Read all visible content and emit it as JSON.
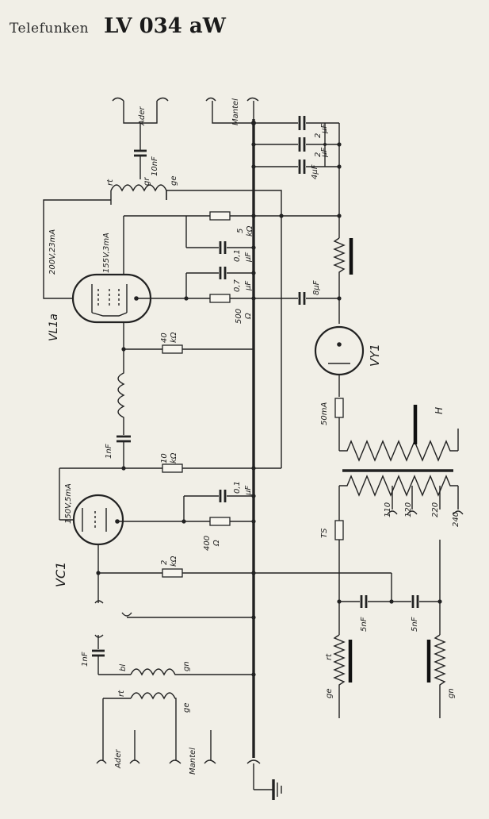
{
  "header": {
    "manufacturer": "Telefunken",
    "model": "LV 034 aW"
  },
  "tubes": {
    "vl1a": "VL1a",
    "vc1": "VC1",
    "vy1": "VY1"
  },
  "labels": {
    "ader": "Ader",
    "mantel": "Mantel",
    "cap_10nf": "10nF",
    "cap_2uf_a": "2",
    "cap_2uf_b": "2",
    "uf_a": "μF",
    "uf_b": "μF",
    "cap_4uf": "4μF",
    "rt": "rt",
    "gr": "gr",
    "ge": "ge",
    "bl": "bl",
    "gn": "gn",
    "v_200": "200V,23mA",
    "v_155": "155V,3mA",
    "v_150": "150V,5mA",
    "r5k_val": "5",
    "r5k_unit": "kΩ",
    "c01_a_val": "0,1",
    "c01_a_unit": "μF",
    "c07_val": "0,7",
    "c07_unit": "μF",
    "c8uf": "8μF",
    "r500_val": "500",
    "r500_unit": "Ω",
    "r40k_val": "40",
    "r40k_unit": "kΩ",
    "c1nf_a": "1nF",
    "r10k_val": "10",
    "r10k_unit": "kΩ",
    "c01_b_val": "0,1",
    "c01_b_unit": "μF",
    "r400_val": "400",
    "r400_unit": "Ω",
    "r2k_val": "2",
    "r2k_unit": "kΩ",
    "c1nf_b": "1nF",
    "fuse_50ma": "50mA",
    "fuse_ts": "TS",
    "tap_110": "110",
    "tap_120": "120",
    "tap_220": "220",
    "tap_240": "240",
    "c5nf_a": "5nF",
    "c5nf_b": "5nF",
    "heater_mark": "H"
  }
}
